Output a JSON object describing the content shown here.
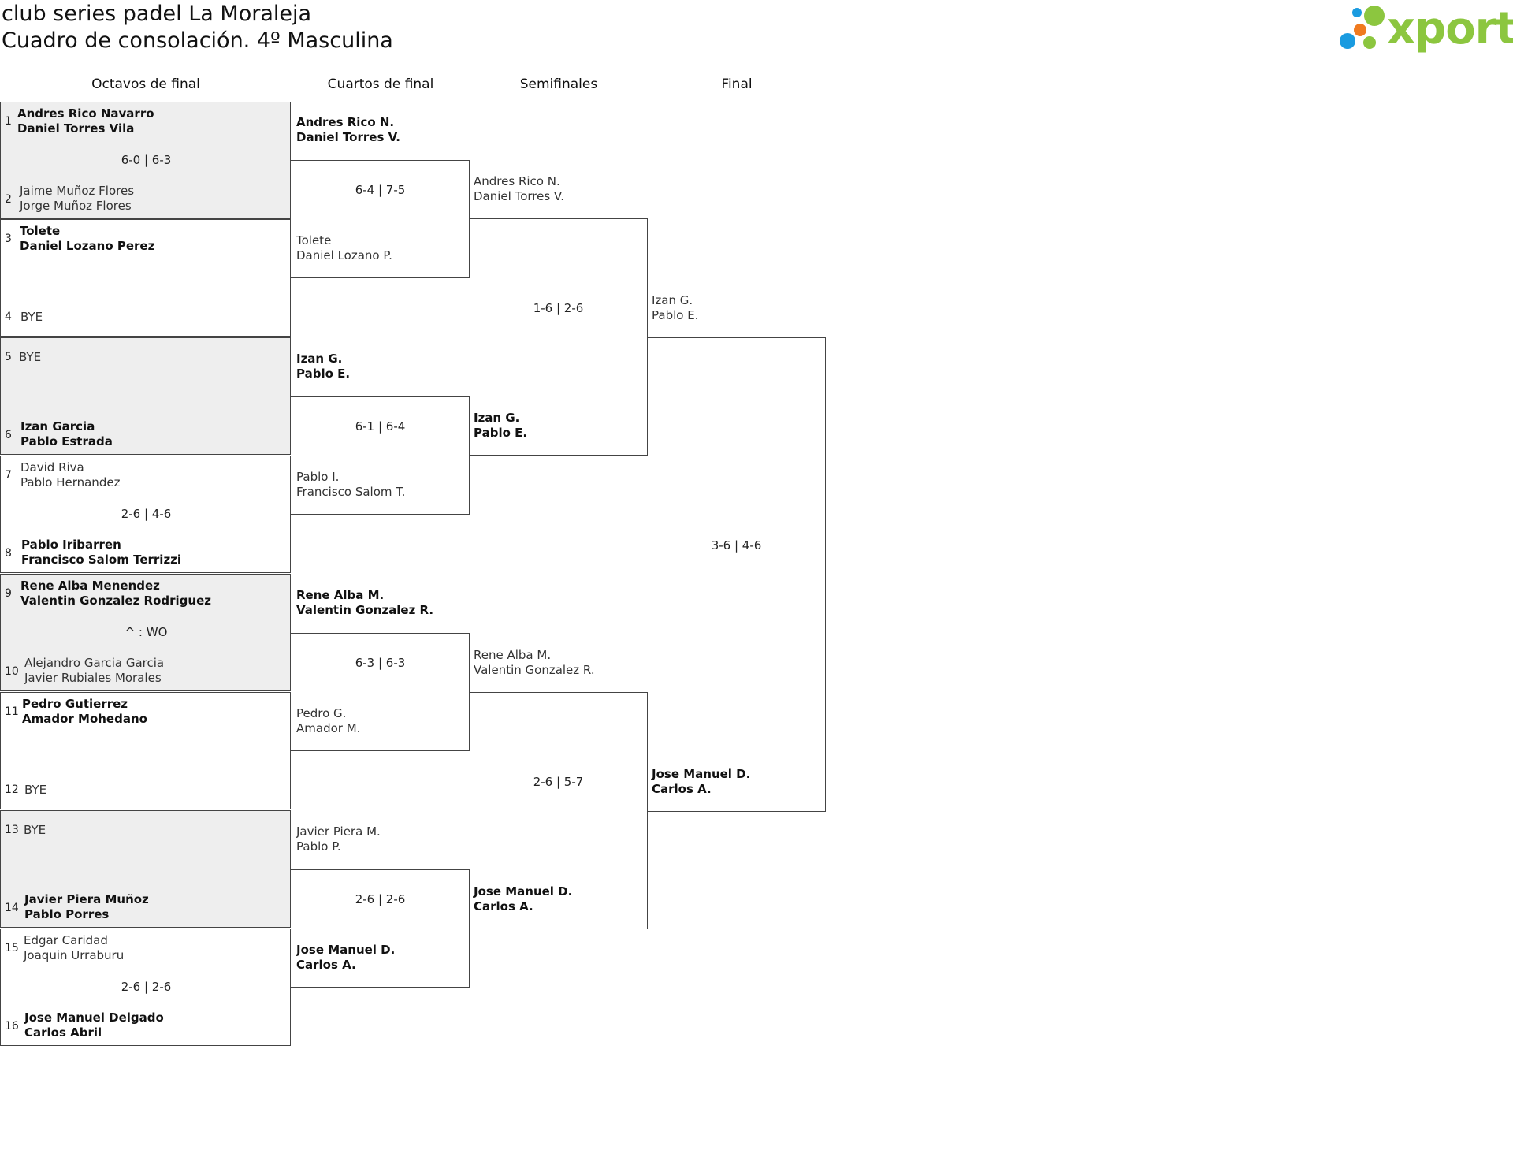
{
  "header": {
    "title": "club series padel La Moraleja",
    "subtitle": "Cuadro de consolación. 4º Masculina",
    "logo_text": "xporty"
  },
  "columns": {
    "r16": "Octavos de final",
    "qf": "Cuartos de final",
    "sf": "Semifinales",
    "final": "Final"
  },
  "r16": [
    {
      "seed_a": "1",
      "a1": "Andres Rico Navarro",
      "a2": "Daniel Torres Vila",
      "score": "6-0 | 6-3",
      "seed_b": "2",
      "b1": "Jaime Muñoz Flores",
      "b2": "Jorge Muñoz Flores"
    },
    {
      "seed_a": "3",
      "a1": "Tolete",
      "a2": "Daniel Lozano Perez",
      "score": "",
      "seed_b": "4",
      "b1": "BYE",
      "b2": ""
    },
    {
      "seed_a": "5",
      "a1": "BYE",
      "a2": "",
      "score": "",
      "seed_b": "6",
      "b1": "Izan Garcia",
      "b2": "Pablo Estrada"
    },
    {
      "seed_a": "7",
      "a1": "David Riva",
      "a2": "Pablo Hernandez",
      "score": "2-6 | 4-6",
      "seed_b": "8",
      "b1": "Pablo Iribarren",
      "b2": "Francisco Salom Terrizzi"
    },
    {
      "seed_a": "9",
      "a1": "Rene Alba Menendez",
      "a2": "Valentin Gonzalez Rodriguez",
      "score": "^ : WO",
      "seed_b": "10",
      "b1": "Alejandro Garcia Garcia",
      "b2": "Javier Rubiales Morales"
    },
    {
      "seed_a": "11",
      "a1": "Pedro Gutierrez",
      "a2": "Amador Mohedano",
      "score": "",
      "seed_b": "12",
      "b1": "BYE",
      "b2": ""
    },
    {
      "seed_a": "13",
      "a1": "BYE",
      "a2": "",
      "score": "",
      "seed_b": "14",
      "b1": "Javier Piera Muñoz",
      "b2": "Pablo Porres"
    },
    {
      "seed_a": "15",
      "a1": "Edgar Caridad",
      "a2": "Joaquin Urraburu",
      "score": "2-6 | 2-6",
      "seed_b": "16",
      "b1": "Jose Manuel Delgado",
      "b2": "Carlos Abril"
    }
  ],
  "qf": [
    {
      "a1": "Andres Rico N.",
      "a2": "Daniel Torres V.",
      "score": "6-4 | 7-5",
      "b1": "Tolete",
      "b2": "Daniel Lozano P."
    },
    {
      "a1": "Izan G.",
      "a2": "Pablo E.",
      "score": "6-1 | 6-4",
      "b1": "Pablo I.",
      "b2": "Francisco Salom T."
    },
    {
      "a1": "Rene Alba M.",
      "a2": "Valentin Gonzalez R.",
      "score": "6-3 | 6-3",
      "b1": "Pedro G.",
      "b2": "Amador M."
    },
    {
      "a1": "Javier Piera M.",
      "a2": "Pablo P.",
      "score": "2-6 | 2-6",
      "b1": "Jose Manuel D.",
      "b2": "Carlos A."
    }
  ],
  "sf": [
    {
      "a1": "Andres Rico N.",
      "a2": "Daniel Torres V.",
      "score": "1-6 | 2-6",
      "b1": "Izan G.",
      "b2": "Pablo E."
    },
    {
      "a1": "Rene Alba M.",
      "a2": "Valentin Gonzalez R.",
      "score": "2-6 | 5-7",
      "b1": "Jose Manuel D.",
      "b2": "Carlos A."
    }
  ],
  "final": {
    "a1": "Izan G.",
    "a2": "Pablo E.",
    "score": "3-6 | 4-6",
    "b1": "Jose Manuel D.",
    "b2": "Carlos A."
  },
  "colors": {
    "logo_green": "#8cc63f",
    "logo_blue": "#1a9be0",
    "logo_orange": "#f07a1f",
    "shade": "#eeeeee"
  }
}
